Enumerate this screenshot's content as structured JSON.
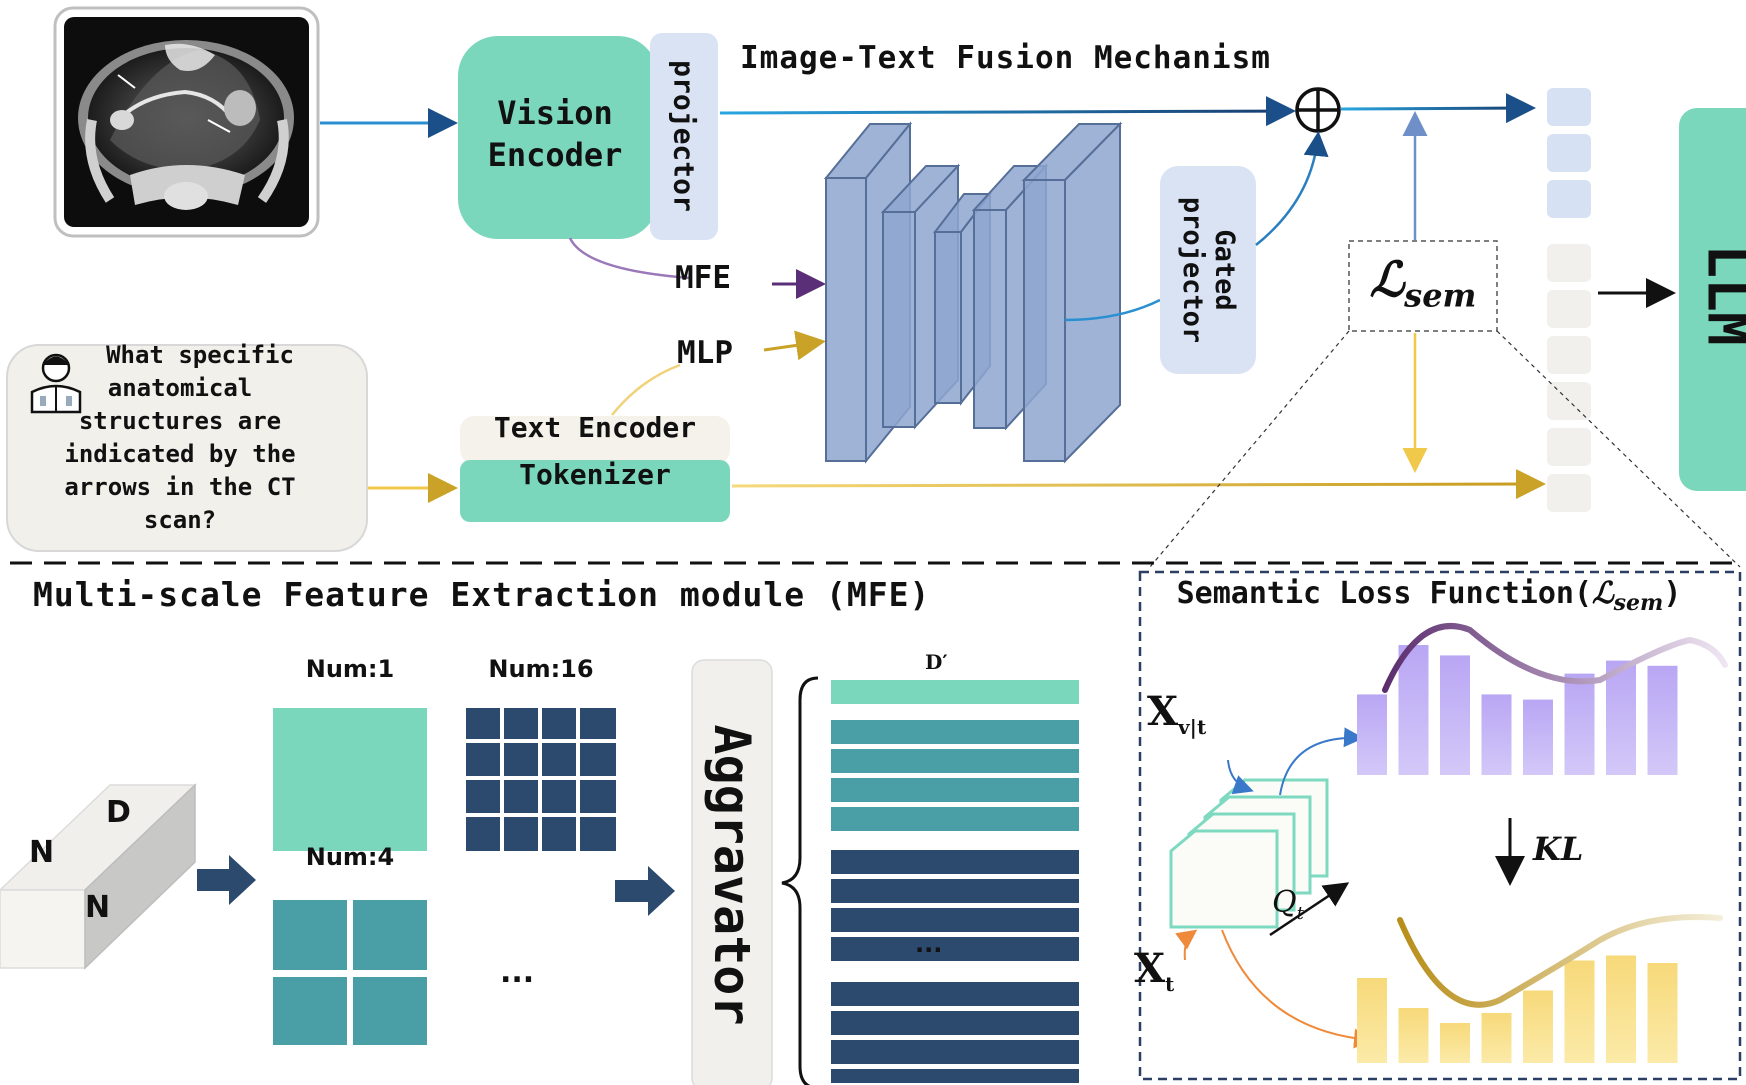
{
  "top": {
    "fusion_title": "Image-Text Fusion Mechanism",
    "vision_encoder": "Vision Encoder",
    "projector": "projector",
    "mfe_label": "MFE",
    "mlp_label": "MLP",
    "gated_projector": "Gated projector",
    "loss_script": "ℒ",
    "loss_sub": "sem",
    "llm": "LLM",
    "question": "What specific anatomical structures are indicated by the arrows in the CT scan?",
    "text_encoder": "Text Encoder",
    "tokenizer": "Tokenizer"
  },
  "mfe": {
    "title": "Multi-scale Feature Extraction module (MFE)",
    "cube_d": "D",
    "cube_n1": "N",
    "cube_n2": "N",
    "num1": "Num:1",
    "num16": "Num:16",
    "num4": "Num:4",
    "ellipsis_grid": "...",
    "aggregator": "Aggravator",
    "d_prime": "D′",
    "ellipsis_stack": "..."
  },
  "semantic": {
    "title_prefix": "Semantic Loss Function(",
    "title_script": "ℒ",
    "title_sub": "sem",
    "title_suffix": ")",
    "x_vt_main": "X",
    "x_vt_sub": "v|t",
    "x_t_main": "X",
    "x_t_sub": "t",
    "q_t_main": "Q",
    "q_t_sub": "t",
    "kl": "KL",
    "top_bars": [
      0.62,
      1.0,
      0.92,
      0.62,
      0.58,
      0.78,
      0.88,
      0.84
    ],
    "bottom_bars": [
      0.68,
      0.44,
      0.32,
      0.4,
      0.58,
      0.82,
      0.86,
      0.8
    ]
  },
  "colors": {
    "teal": "#79d6bb",
    "projector_bg": "#d6e1f3",
    "blue_arrow": "#1f6fb5",
    "purple_arrow": "#6b3e87",
    "gold_arrow": "#c9a227",
    "navy": "#2c4a6e",
    "mid_teal": "#4a9ea6",
    "purple_bar": "#b6a4f0",
    "yellow_bar": "#f8dd88"
  }
}
